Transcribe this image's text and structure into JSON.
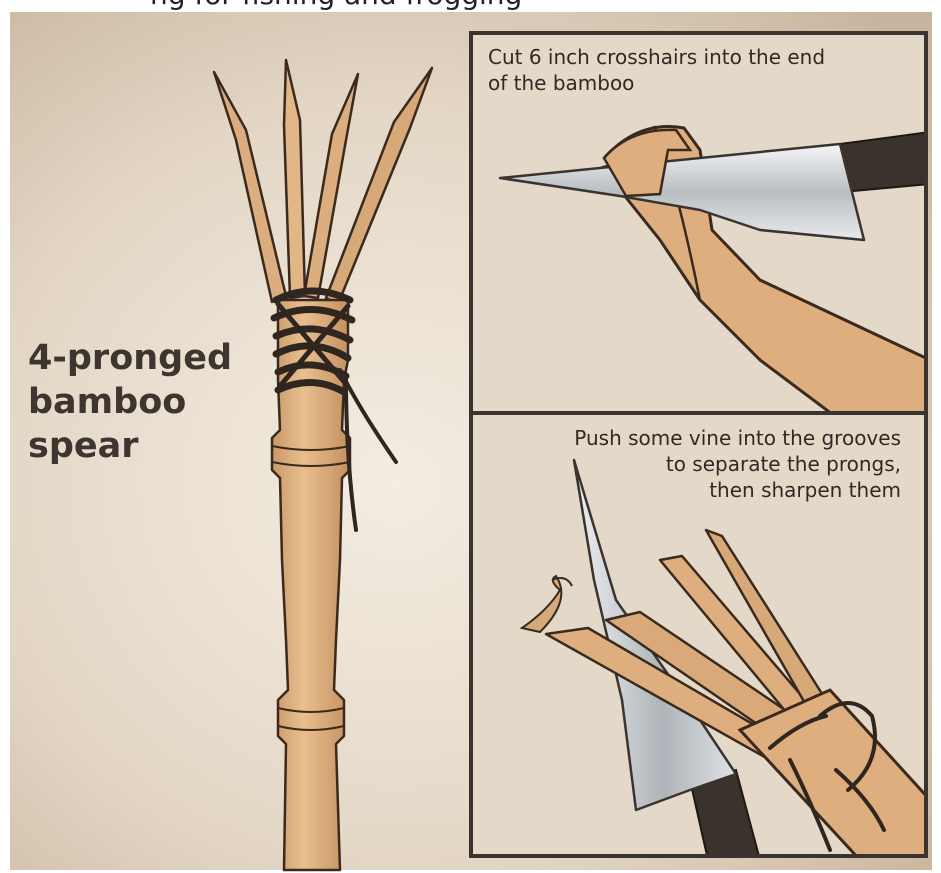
{
  "header": {
    "cutoff_text": "ng for fishing and frogging"
  },
  "main_title": {
    "line1": "4-pronged",
    "line2": "bamboo",
    "line3": "spear"
  },
  "panel_top": {
    "caption_line1": "Cut 6 inch crosshairs into the end",
    "caption_line2": "of the bamboo"
  },
  "panel_bottom": {
    "caption_line1": "Push some vine into the grooves",
    "caption_line2": "to separate the prongs,",
    "caption_line3": "then sharpen them"
  },
  "colors": {
    "background": "#d9cbb8",
    "bamboo": "#e0b384",
    "bamboo_shade": "#c99767",
    "outline": "#3a2a1e",
    "vine": "#2f2620",
    "blade": "#cfd3d6",
    "handle": "#3a322d",
    "panel_border": "#3a3430",
    "title_text": "#3d3630"
  }
}
